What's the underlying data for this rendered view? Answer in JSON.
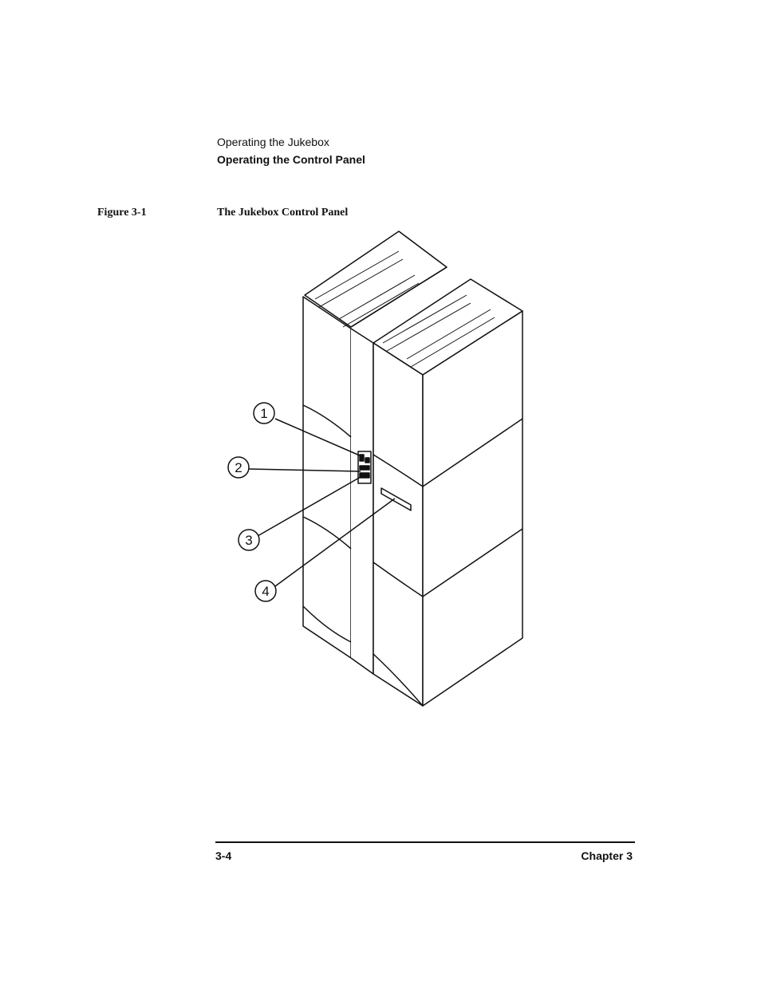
{
  "header": {
    "section": "Operating the Jukebox",
    "subsection": "Operating the Control Panel"
  },
  "figure": {
    "number": "Figure 3-1",
    "title": "The Jukebox Control Panel",
    "callouts": [
      "1",
      "2",
      "3",
      "4"
    ]
  },
  "footer": {
    "page": "3-4",
    "chapter": "Chapter 3"
  }
}
